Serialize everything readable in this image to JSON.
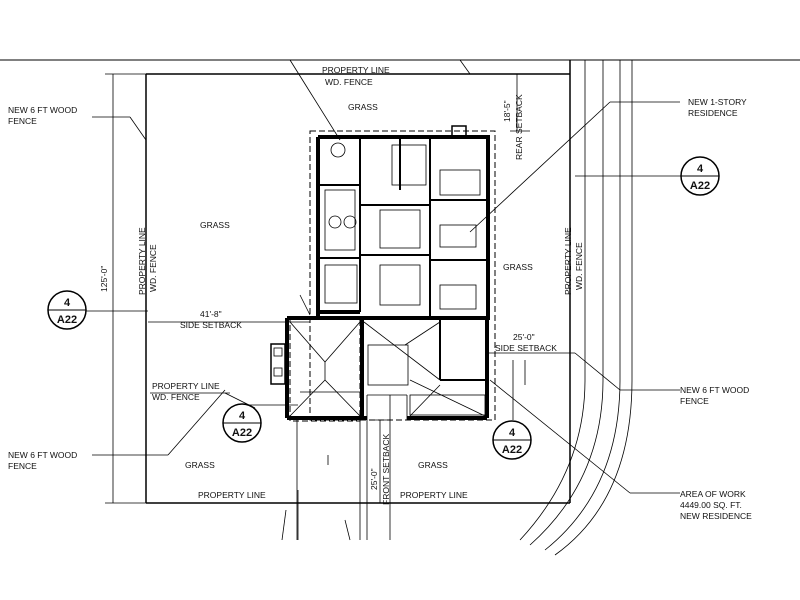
{
  "labels": {
    "property_line_top": "PROPERTY LINE",
    "wd_fence_top": "WD. FENCE",
    "grass_top": "GRASS",
    "new_fence_tl_1": "NEW 6 FT WOOD",
    "new_fence_tl_2": "FENCE",
    "dim_125": "125'-0\"",
    "pl_left_1": "PROPERTY LINE",
    "pl_left_2": "WD. FENCE",
    "grass_left": "GRASS",
    "dim_41": "41'-8\"",
    "side_setback_left": "SIDE SETBACK",
    "pl_bottomleft_1": "PROPERTY LINE",
    "pl_bottomleft_2": "WD. FENCE",
    "new_fence_bl_1": "NEW 6 FT WOOD",
    "new_fence_bl_2": "FENCE",
    "grass_bottomleft": "GRASS",
    "property_line_bottom_left": "PROPERTY LINE",
    "property_line_bottom_right": "PROPERTY LINE",
    "grass_bottom": "GRASS",
    "dim_25_front": "25'-0\"",
    "front_setback": "FRONT SETBACK",
    "dim_18": "18'-5\"",
    "rear_setback": "REAR SETBACK",
    "new_residence_1": "NEW 1-STORY",
    "new_residence_2": "RESIDENCE",
    "grass_right": "GRASS",
    "pl_right_1": "PROPERTY LINE",
    "pl_right_2": "WD. FENCE",
    "dim_25_side": "25'-0\"",
    "side_setback_right": "SIDE SETBACK",
    "new_fence_r_1": "NEW 6 FT WOOD",
    "new_fence_r_2": "FENCE",
    "area_1": "AREA OF WORK",
    "area_2": "4449.00 SQ. FT.",
    "area_3": "NEW RESIDENCE"
  },
  "bubbles": [
    {
      "number": "4",
      "sheet": "A22"
    },
    {
      "number": "4",
      "sheet": "A22"
    },
    {
      "number": "4",
      "sheet": "A22"
    },
    {
      "number": "4",
      "sheet": "A22"
    }
  ]
}
